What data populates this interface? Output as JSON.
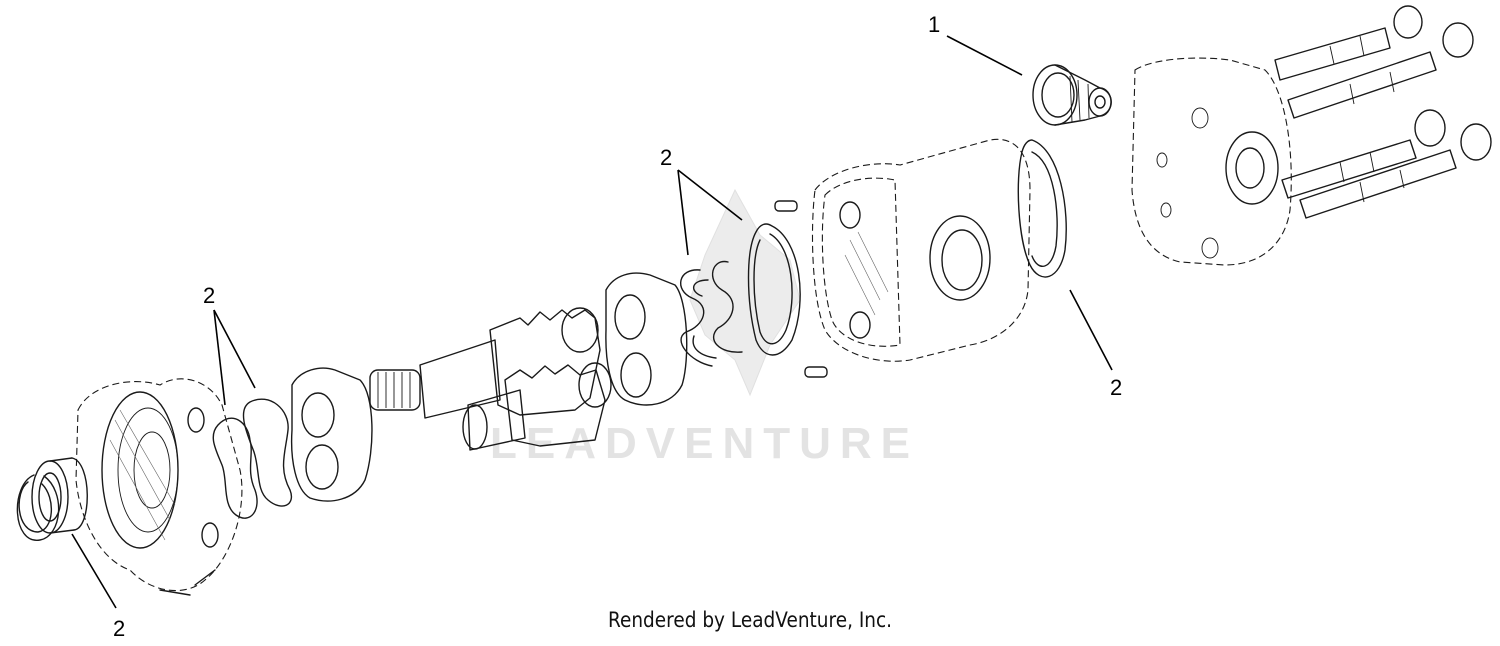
{
  "callouts": [
    {
      "id": "c1",
      "label": "1"
    },
    {
      "id": "c2a",
      "label": "2"
    },
    {
      "id": "c2b",
      "label": "2"
    },
    {
      "id": "c2c",
      "label": "2"
    },
    {
      "id": "c2d",
      "label": "2"
    }
  ],
  "watermark": {
    "text": "LEADVENTURE"
  },
  "footer": {
    "credit": "Rendered by LeadVenture, Inc."
  }
}
